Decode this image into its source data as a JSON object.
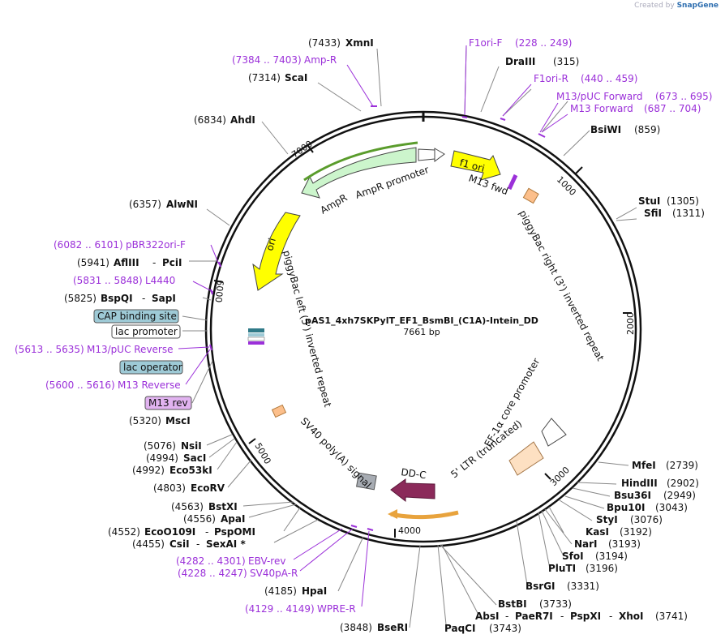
{
  "credit": {
    "prefix": "Created by",
    "brand": "SnapGene"
  },
  "plasmid": {
    "name": "pAS1_4xh7SKPylT_EF1_BsmBI_(C1A)-Intein_DD",
    "length": "7661 bp"
  },
  "ticks": [
    "1000",
    "2000",
    "3000",
    "4000",
    "5000",
    "6000",
    "7000"
  ],
  "right_labels": [
    {
      "pos": "(315)",
      "name": "DraIII"
    },
    {
      "pos": "(859)",
      "name": "BsiWI"
    },
    {
      "pos": "(1305)",
      "name": "StuI"
    },
    {
      "pos": "(1311)",
      "name": "SfiI"
    },
    {
      "pos": "(2739)",
      "name": "MfeI"
    },
    {
      "pos": "(2902)",
      "name": "HindIII"
    },
    {
      "pos": "(2949)",
      "name": "Bsu36I"
    },
    {
      "pos": "(3043)",
      "name": "Bpu10I"
    },
    {
      "pos": "(3076)",
      "name": "StyI"
    },
    {
      "pos": "(3192)",
      "name": "KasI"
    },
    {
      "pos": "(3193)",
      "name": "NarI"
    },
    {
      "pos": "(3194)",
      "name": "SfoI"
    },
    {
      "pos": "(3196)",
      "name": "PluTI"
    },
    {
      "pos": "(3331)",
      "name": "BsrGI"
    },
    {
      "pos": "(3733)",
      "name": "BstBI"
    },
    {
      "pos": "(3743)",
      "name": "PaqCI"
    }
  ],
  "right_primers": [
    {
      "name": "F1ori-F",
      "pos": "(228 .. 249)"
    },
    {
      "name": "F1ori-R",
      "pos": "(440 .. 459)"
    },
    {
      "name": "M13/pUC Forward",
      "pos": "(673 .. 695)"
    },
    {
      "name": "M13 Forward",
      "pos": "(687 .. 704)"
    }
  ],
  "abs_line": {
    "name1": "AbsI",
    "dash1": "-",
    "name2": "PaeR7I",
    "dash2": "-",
    "name3": "PspXI",
    "dash3": "-",
    "name4": "XhoI",
    "pos": "(3741)"
  },
  "left_labels": [
    {
      "pos": "(7433)",
      "name": "XmnI"
    },
    {
      "pos": "(7314)",
      "name": "ScaI"
    },
    {
      "pos": "(6834)",
      "name": "AhdI"
    },
    {
      "pos": "(6357)",
      "name": "AlwNI"
    },
    {
      "pos": "(5320)",
      "name": "MscI"
    },
    {
      "pos": "(5076)",
      "name": "NsiI"
    },
    {
      "pos": "(4994)",
      "name": "SacI"
    },
    {
      "pos": "(4992)",
      "name": "Eco53kI"
    },
    {
      "pos": "(4803)",
      "name": "EcoRV"
    },
    {
      "pos": "(4185)",
      "name": "HpaI"
    },
    {
      "pos": "(3848)",
      "name": "BseRI"
    }
  ],
  "left_pairs": [
    {
      "pos": "(5941)",
      "name1": "AflIII",
      "dash": "-",
      "name2": "PciI"
    },
    {
      "pos": "(5825)",
      "name1": "BspQI",
      "dash": "-",
      "name2": "SapI"
    },
    {
      "pos": "(4563)",
      "name1": "BstXI",
      "dash": "",
      "name2": ""
    },
    {
      "pos": "(4556)",
      "name1": "ApaI",
      "dash": "",
      "name2": ""
    },
    {
      "pos": "(4552)",
      "name1": "EcoO109I",
      "dash": "-",
      "name2": "PspOMI"
    },
    {
      "pos": "(4455)",
      "name1": "CsiI",
      "dash": "-",
      "name2": "SexAI *"
    }
  ],
  "left_primers": [
    {
      "pos": "(7384 .. 7403)",
      "name": "Amp-R"
    },
    {
      "pos": "(6082 .. 6101)",
      "name": "pBR322ori-F"
    },
    {
      "pos": "(5831 .. 5848)",
      "name": "L4440"
    },
    {
      "pos": "(5613 .. 5635)",
      "name": "M13/pUC Reverse"
    },
    {
      "pos": "(5600 .. 5616)",
      "name": "M13 Reverse"
    },
    {
      "pos": "(4282 .. 4301)",
      "name": "EBV-rev"
    },
    {
      "pos": "(4228 .. 4247)",
      "name": "SV40pA-R"
    },
    {
      "pos": "(4129 .. 4149)",
      "name": "WPRE-R"
    }
  ],
  "boxed_labels": [
    {
      "name": "CAP binding site",
      "color": "#9ecad6"
    },
    {
      "name": "lac promoter",
      "color": "#ffffff"
    },
    {
      "name": "lac operator",
      "color": "#9ecad6"
    },
    {
      "name": "M13 rev",
      "color": "#e1b3f0"
    }
  ],
  "features": {
    "f1_ori": "f1 ori",
    "m13_fwd": "M13 fwd",
    "ampr_promoter": "AmpR promoter",
    "ampr": "AmpR",
    "ori": "ori",
    "piggybac_right": "piggyBac right (3') inverted repeat",
    "piggybac_left": "piggyBac left (5') inverted repeat",
    "ef1a": "EF-1α core promoter",
    "ltr": "5' LTR (truncated)",
    "sv40": "SV40 poly(A) signal",
    "ddc": "DD-C"
  },
  "colors": {
    "f1_ori": "#ffff00",
    "ampr": "#ccf5cc",
    "ori": "#ffff00",
    "ltr": "#fde0c2",
    "ddc": "#8b2a5a",
    "sv40": "#a7acb3",
    "primer": "#9b30d9",
    "piggybac": "#fcbf8b"
  }
}
